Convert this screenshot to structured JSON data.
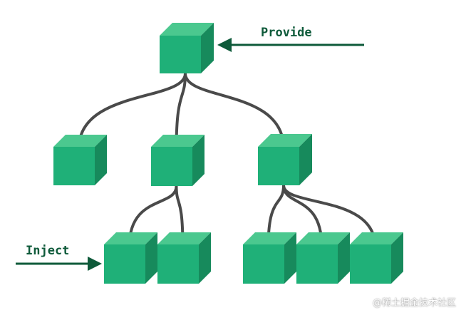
{
  "labels": {
    "provide": "Provide",
    "inject": "Inject"
  },
  "watermark": "@稀土掘金技术社区",
  "colors": {
    "cube_front": "#1fb078",
    "cube_top": "#4bc88f",
    "cube_side": "#178a5c",
    "connector": "#4a4a4a",
    "arrow": "#0e5a3a",
    "label_text": "#0e5a3a",
    "background": "#ffffff"
  },
  "tree": {
    "nodes": [
      "root",
      "child-left",
      "child-middle",
      "child-right",
      "grandchild-1",
      "grandchild-2",
      "grandchild-3",
      "grandchild-4",
      "grandchild-5"
    ],
    "edges": [
      [
        "root",
        "child-left"
      ],
      [
        "root",
        "child-middle"
      ],
      [
        "root",
        "child-right"
      ],
      [
        "child-middle",
        "grandchild-1"
      ],
      [
        "child-middle",
        "grandchild-2"
      ],
      [
        "child-right",
        "grandchild-3"
      ],
      [
        "child-right",
        "grandchild-4"
      ],
      [
        "child-right",
        "grandchild-5"
      ]
    ]
  }
}
